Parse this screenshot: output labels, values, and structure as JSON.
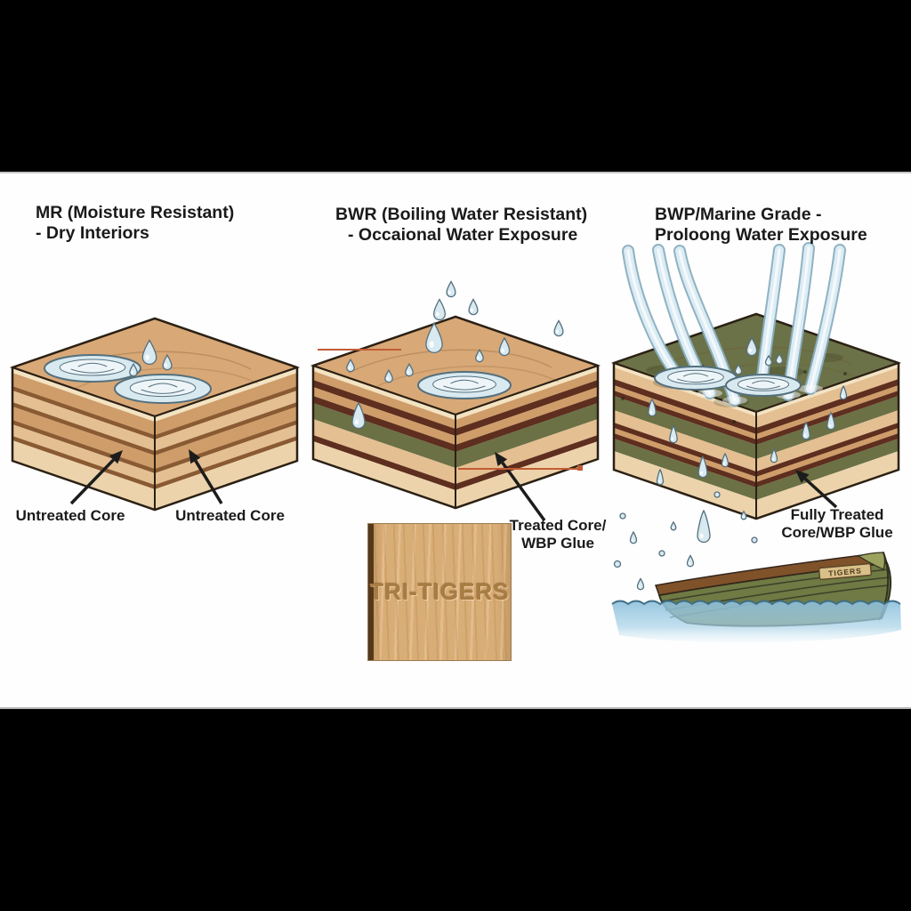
{
  "columns": [
    {
      "id": "mr",
      "title_line1": "MR (Moisture Resistant)",
      "title_line2": "- Dry Interiors",
      "labels": [
        "Untreated Core",
        "Untreated Core"
      ]
    },
    {
      "id": "bwr",
      "title_line1": "BWR (Boiling Water Resistant)",
      "title_line2": "- Occaional Water Exposure",
      "labels": [
        "Treated Core/",
        "WBP Glue"
      ]
    },
    {
      "id": "bwp",
      "title_line1": "BWP/Marine Grade -",
      "title_line2": "Proloong Water Exposure",
      "labels": [
        "Fully Treated",
        "Core/WBP Glue"
      ]
    }
  ],
  "sample": {
    "brand": "TRI-TIGERS"
  },
  "boat": {
    "label": "TIGERS"
  },
  "colors": {
    "bar_black": "#000000",
    "canvas_white": "#fefefe",
    "title_text": "#1a1a1a",
    "ply_top": "#d8a877",
    "marine_top": "#6b7248",
    "ply_cream": "#f3e3c2",
    "ply_tan": "#cf9d69",
    "ply_light": "#e4bf92",
    "ply_bottom": "#ecd3ab",
    "glue_light": "#8a5a32",
    "glue_dark": "#5e2e1e",
    "core_green": "#6b7045",
    "outline": "#2b2014",
    "drop_fill": "#d9e9f0",
    "drop_stroke": "#53707e",
    "stream_fill": "#dcecf4",
    "stream_edge": "#89aebf",
    "arrow": "#1c1c1c",
    "leader_orange": "#c25c34",
    "boat_green": "#6f7a44",
    "boat_trim": "#80522a",
    "water_top": "#8cc0dc",
    "water_line": "#3f6e87",
    "sample_wood": "#d9ad76",
    "sample_text": "#a87c42"
  }
}
